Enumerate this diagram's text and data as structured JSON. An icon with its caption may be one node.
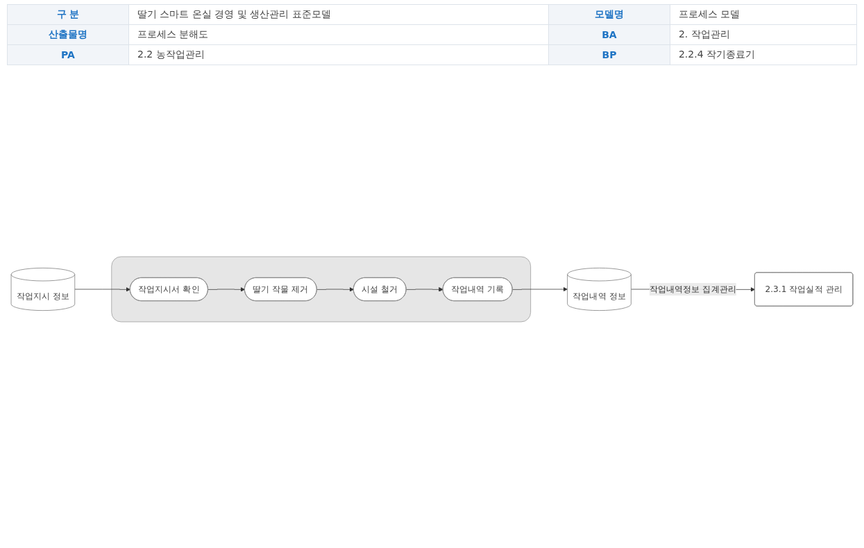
{
  "diagram": {
    "nodes": [
      {
        "text": [
          "작업지시 정보"
        ]
      },
      {
        "text": [],
        "shape": "box"
      },
      {
        "text": [
          "작업지시서 확인"
        ],
        "in": 1
      },
      {
        "text": [
          "딸기 작물 제거"
        ],
        "in": 1
      },
      {
        "text": [
          "시설 철거"
        ],
        "in": 1
      },
      {
        "text": [
          "작업내역 기록"
        ],
        "in": 1
      },
      {
        "text": [
          "작업내역 정보"
        ]
      },
      {
        "text": [
          "2.3.1 작업실적 관리"
        ]
      }
    ],
    "edges": [
      {
        "from": 0,
        "to": 2,
        "arrow": "to"
      },
      {
        "from": 2,
        "to": 3,
        "arrow": "to"
      },
      {
        "from": 3,
        "to": 4,
        "arrow": "to"
      },
      {
        "from": 4,
        "to": 5,
        "arrow": "to"
      },
      {
        "from": 5,
        "to": 6,
        "arrow": "to"
      },
      {
        "from": 6,
        "to": 7,
        "arrow": "to",
        "label": "작업내역정보 집계관리"
      }
    ],
    "labels": [
      "구 분",
      "딸기 스마트 온실 경영 및 생산관리 표준모델",
      "모델명",
      "프로세스 모델",
      "산출물명",
      "프로세스 분해도",
      "BA",
      "2. 작업관리",
      "PA",
      "2.2 농작업관리",
      "BP",
      "2.2.4 작기종료기"
    ]
  }
}
